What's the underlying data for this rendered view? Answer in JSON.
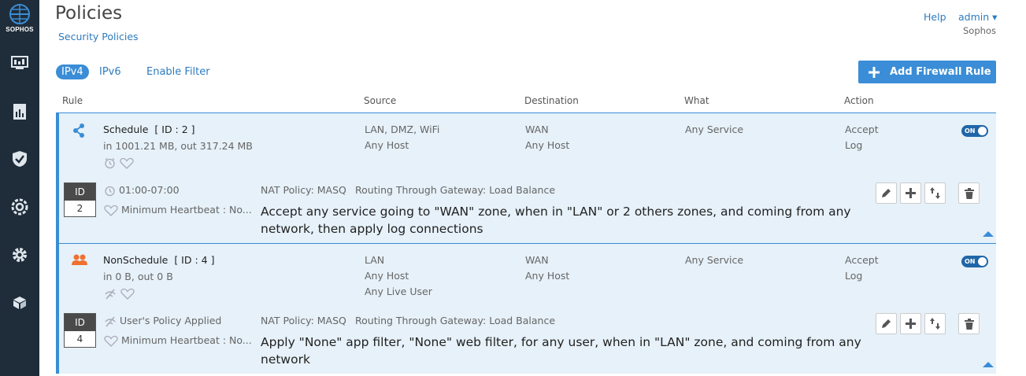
{
  "brand": {
    "logo_text": "SOPHOS"
  },
  "header": {
    "title": "Policies",
    "breadcrumb": "Security Policies",
    "help": "Help",
    "user": "admin ▾",
    "org": "Sophos"
  },
  "toolbar": {
    "tab_ipv4": "IPv4",
    "tab_ipv6": "IPv6",
    "filter": "Enable Filter",
    "add_rule": "Add Firewall Rule"
  },
  "columns": {
    "rule": "Rule",
    "source": "Source",
    "destination": "Destination",
    "what": "What",
    "action": "Action"
  },
  "rules": [
    {
      "name": "Schedule",
      "id_label": "[ ID : 2 ]",
      "traffic": "in 1001.21 MB, out 317.24 MB",
      "source": [
        "LAN, DMZ, WiFi",
        "Any Host"
      ],
      "destination": [
        "WAN",
        "Any Host"
      ],
      "what": "Any Service",
      "action": "Accept",
      "log": "Log",
      "toggle": "ON",
      "id_head": "ID",
      "id_value": "2",
      "detail_1": "01:00-07:00",
      "detail_2": "Minimum Heartbeat : No...",
      "nat": "NAT Policy: MASQ",
      "routing": "Routing Through Gateway: Load Balance",
      "summary": "Accept any service going to \"WAN\" zone, when in \"LAN\" or 2 others zones, and coming from any network, then apply log connections"
    },
    {
      "name": "NonSchedule",
      "id_label": "[ ID : 4 ]",
      "traffic": "in 0 B, out 0 B",
      "source": [
        "LAN",
        "Any Host",
        "Any Live User"
      ],
      "destination": [
        "WAN",
        "Any Host"
      ],
      "what": "Any Service",
      "action": "Accept",
      "log": "Log",
      "toggle": "ON",
      "id_head": "ID",
      "id_value": "4",
      "detail_1": "User's Policy Applied",
      "detail_2": "Minimum Heartbeat : No...",
      "nat": "NAT Policy: MASQ",
      "routing": "Routing Through Gateway: Load Balance",
      "summary": "Apply \"None\" app filter, \"None\" web filter, for any user, when in \"LAN\" zone, and coming from any network"
    }
  ],
  "colors": {
    "sidebar": "#1f2d3a",
    "accent": "#3a8dd6",
    "accept": "#5a9e3a",
    "card_bg": "#e6f1f9",
    "user_icon": "#f07030"
  }
}
